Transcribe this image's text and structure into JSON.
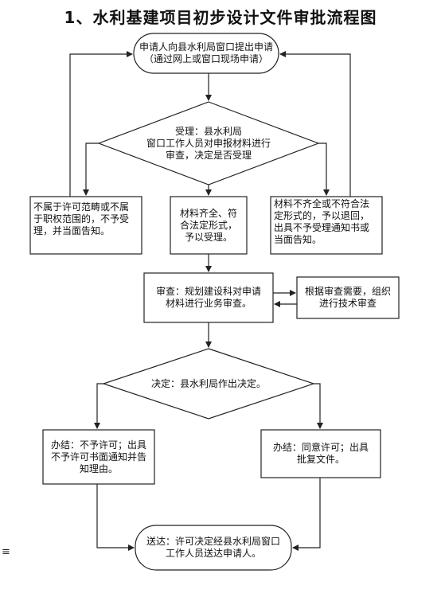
{
  "title": "1、水利基建项目初步设计文件审批流程图",
  "nodes": {
    "apply": "申请人向县水利局窗口提出申请\n（通过网上或窗口现场申请）",
    "accept": "受理：县水利局\n窗口工作人员对申报材料进行\n审查，决定是否受理",
    "out_scope": "不属于许可范畴或不属\n于职权范围的，不予受\n理，并当面告知。",
    "complete": "材料齐全、符\n合法定形式，\n予以受理。",
    "incomplete": "材料不齐全或不符合法\n定形式的，予以退回，\n出具不予受理通知书或\n当面告知。",
    "review": "审查：规划建设科对申请\n材料进行业务审查。",
    "tech_review": "根据审查需要，组织\n进行技术审查",
    "decide": "决定：县水利局作出决定。",
    "deny": "办结：不予许可；出具\n不予许可书面通知并告\n知理由。",
    "approve": "办结：同意许可；出具\n批复文件。",
    "deliver": "送达：许可决定经县水利局窗口\n工作人员送达申请人。"
  },
  "margin_mark": "≡"
}
